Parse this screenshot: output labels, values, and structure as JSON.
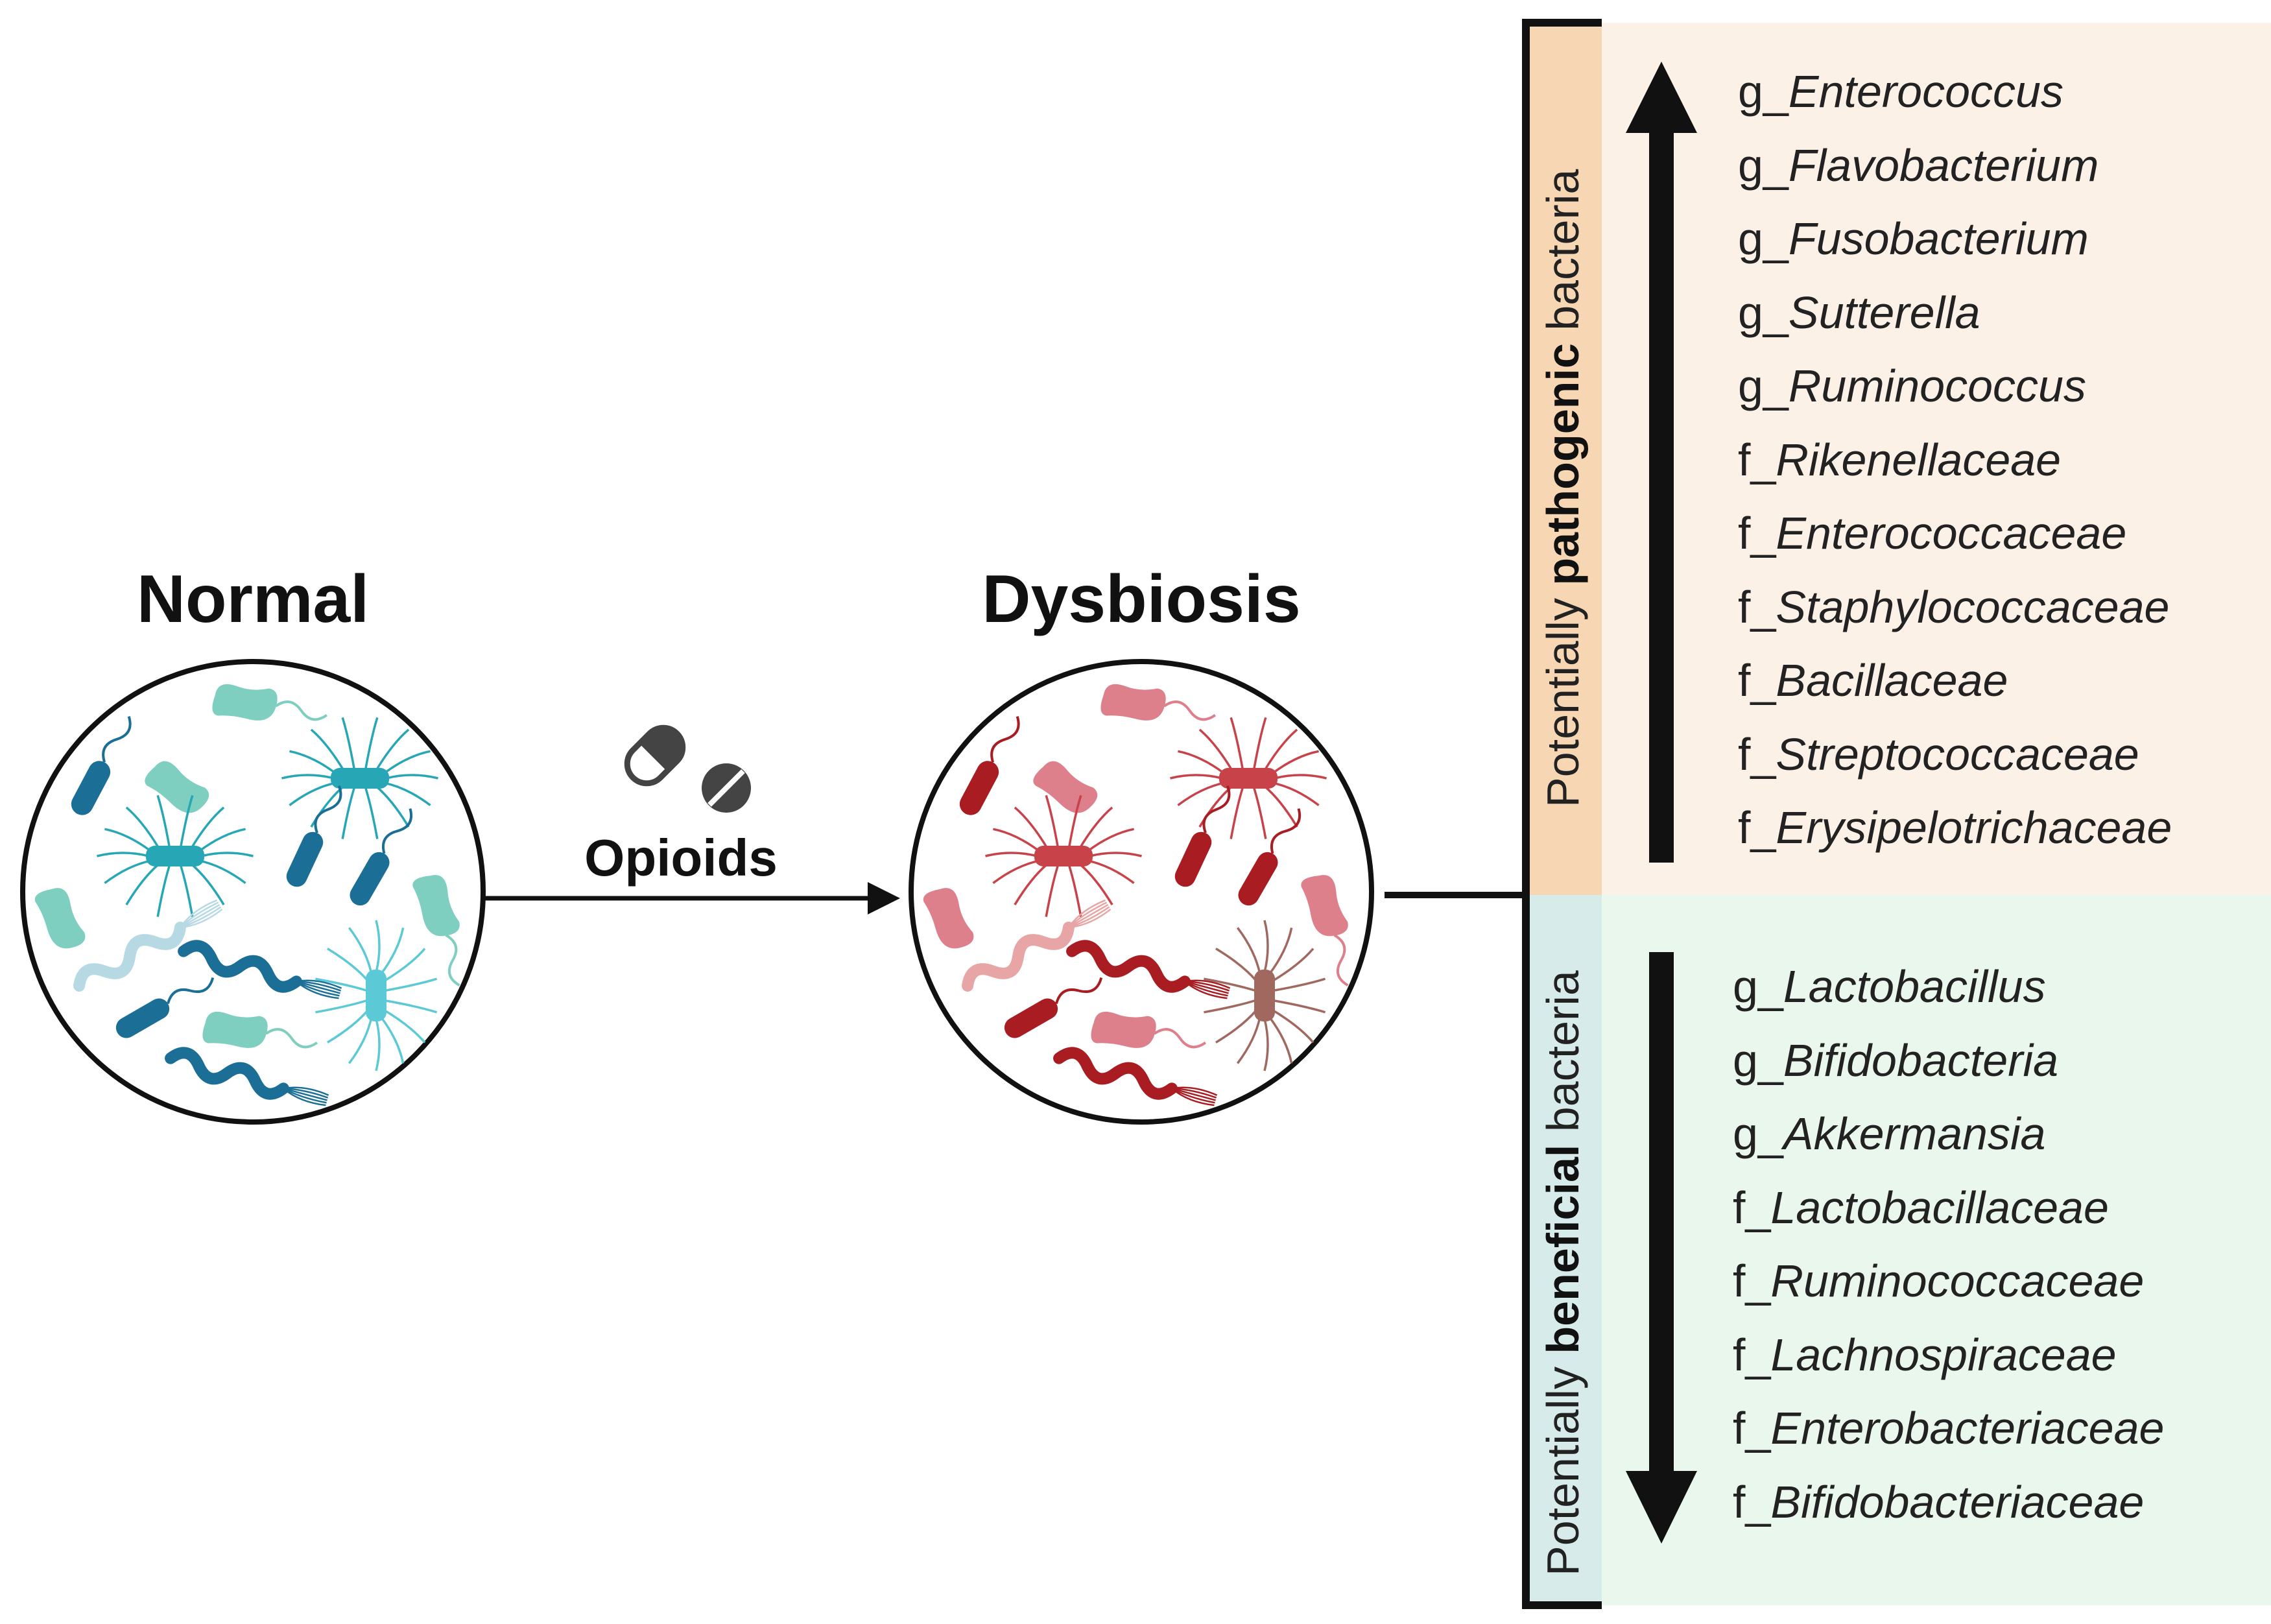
{
  "labels": {
    "normal": "Normal",
    "dysbiosis": "Dysbiosis",
    "opioids": "Opioids"
  },
  "panels": {
    "pathogenic": {
      "label_prefix": "Potentially ",
      "label_bold": "pathogenic",
      "label_suffix": " bacteria",
      "direction": "up",
      "taxa": [
        {
          "rank": "g_",
          "name": "Enterococcus"
        },
        {
          "rank": "g_",
          "name": "Flavobacterium"
        },
        {
          "rank": "g_",
          "name": "Fusobacterium"
        },
        {
          "rank": "g_",
          "name": "Sutterella"
        },
        {
          "rank": "g_",
          "name": "Ruminococcus"
        },
        {
          "rank": "f_",
          "name": "Rikenellaceae"
        },
        {
          "rank": "f_",
          "name": "Enterococcaceae"
        },
        {
          "rank": "f_",
          "name": "Staphylococcaceae"
        },
        {
          "rank": "f_",
          "name": "Bacillaceae"
        },
        {
          "rank": "f_",
          "name": "Streptococcaceae"
        },
        {
          "rank": "f_",
          "name": "Erysipelotrichaceae"
        }
      ]
    },
    "beneficial": {
      "label_prefix": "Potentially ",
      "label_bold": "beneficial",
      "label_suffix": " bacteria",
      "direction": "down",
      "taxa": [
        {
          "rank": "g_",
          "name": "Lactobacillus"
        },
        {
          "rank": "g_",
          "name": "Bifidobacteria"
        },
        {
          "rank": "g_",
          "name": "Akkermansia"
        },
        {
          "rank": "f_",
          "name": "Lactobacillaceae"
        },
        {
          "rank": "f_",
          "name": "Ruminococcaceae"
        },
        {
          "rank": "f_",
          "name": "Lachnospiraceae"
        },
        {
          "rank": "f_",
          "name": "Enterobacteriaceae"
        },
        {
          "rank": "f_",
          "name": "Bifidobacteriaceae"
        }
      ]
    }
  },
  "colors": {
    "pathogenic_bg": "#fcf1e6",
    "pathogenic_strip": "#f7d6b3",
    "beneficial_bg": "#e9f7ec",
    "beneficial_strip": "#d7ecea",
    "normal_bacteria": [
      "#1b6f96",
      "#27a7b5",
      "#7fcfc0",
      "#5cc9d6",
      "#b7d9e4"
    ],
    "dysbiosis_bacteria": [
      "#a81c22",
      "#c8424a",
      "#de7f8c",
      "#a0685f",
      "#e8a5a5"
    ],
    "line": "#111111"
  },
  "icons": [
    "pill-capsule-icon",
    "tablet-icon",
    "bacteria-icon"
  ]
}
